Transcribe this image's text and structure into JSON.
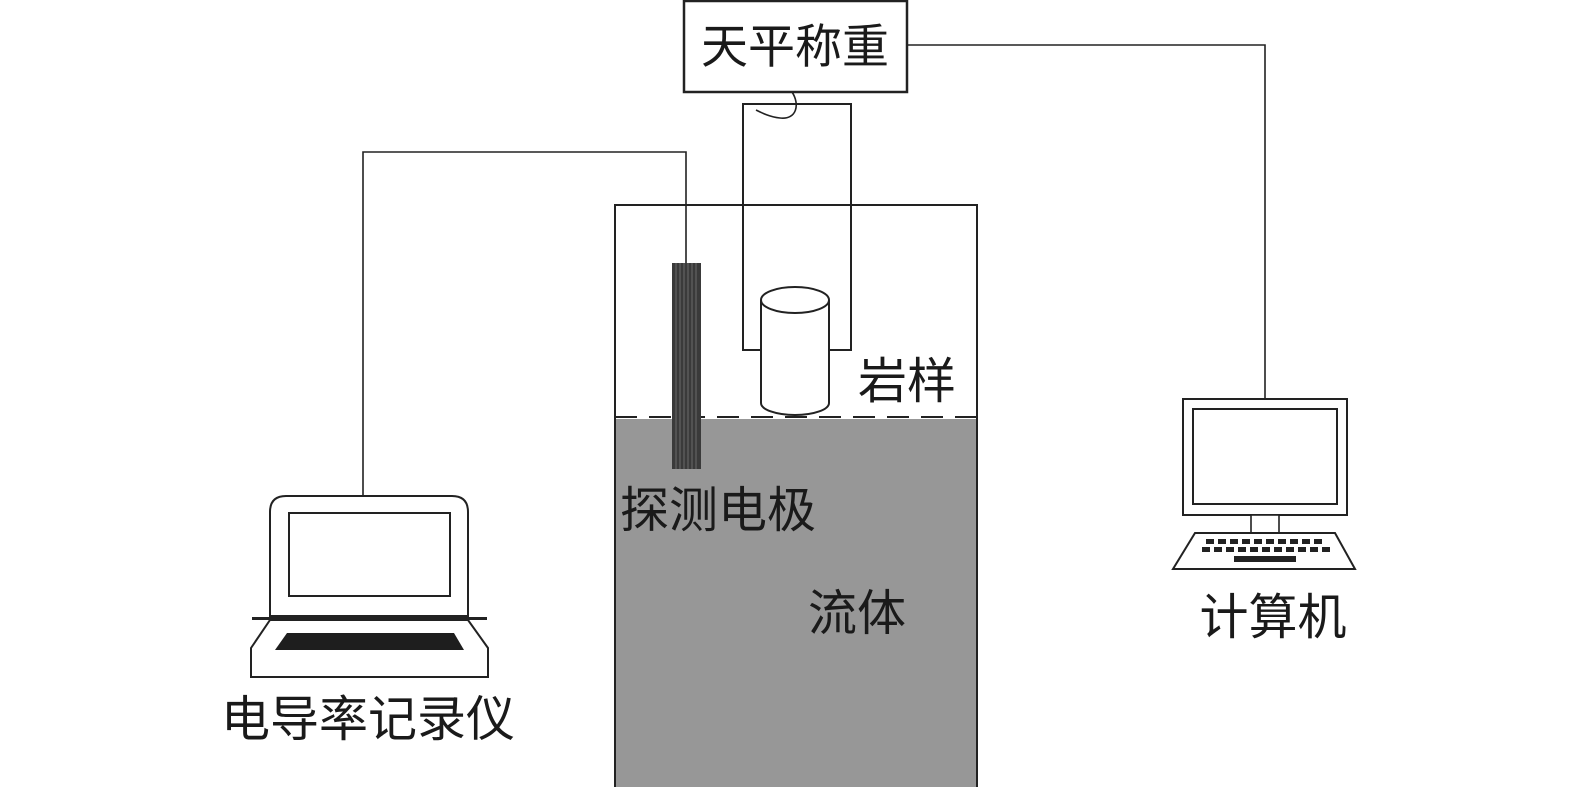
{
  "labels": {
    "balance": "天平称重",
    "rock_sample": "岩样",
    "probe_electrode": "探测电极",
    "fluid": "流体",
    "conductivity_recorder": "电导率记录仪",
    "computer": "计算机"
  },
  "colors": {
    "fluid": "#979797",
    "line": "#222222",
    "keyboard": "#1e1e1e"
  }
}
